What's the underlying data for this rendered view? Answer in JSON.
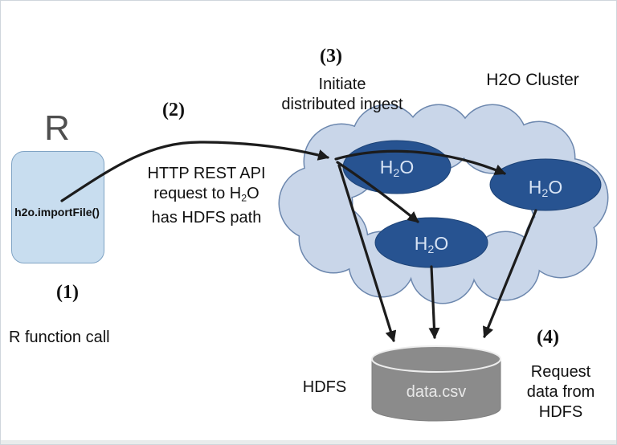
{
  "colors": {
    "cloud_fill": "#c9d6e9",
    "cloud_stroke": "#6c87ae",
    "node_fill": "#275391",
    "node_stroke": "#1d4377",
    "node_text": "#d7e3f4",
    "box_fill": "#c8ddef",
    "box_stroke": "#7fa3c4",
    "cylinder_fill": "#8b8b8b",
    "cylinder_rim": "#ededed",
    "cylinder_text": "#e8e8e8",
    "arrow": "#1c1c1c",
    "r_logo": "#4f4f4f"
  },
  "r_client": {
    "logo": "R",
    "function_label": "h2o.importFile()"
  },
  "steps": {
    "s1": {
      "num": "(1)",
      "label": "R function call"
    },
    "s2": {
      "num": "(2)",
      "line1": "HTTP REST API",
      "line2_pre": "request to H",
      "line2_sub": "2",
      "line2_post": "O",
      "line3": "has HDFS path"
    },
    "s3": {
      "num": "(3)",
      "line1": "Initiate",
      "line2": "distributed ingest"
    },
    "s4": {
      "num": "(4)",
      "line1": "Request",
      "line2": "data from",
      "line3": "HDFS"
    }
  },
  "cluster": {
    "label": "H2O Cluster",
    "node_pre": "H",
    "node_sub": "2",
    "node_post": "O"
  },
  "storage": {
    "label": "HDFS",
    "file": "data.csv"
  }
}
